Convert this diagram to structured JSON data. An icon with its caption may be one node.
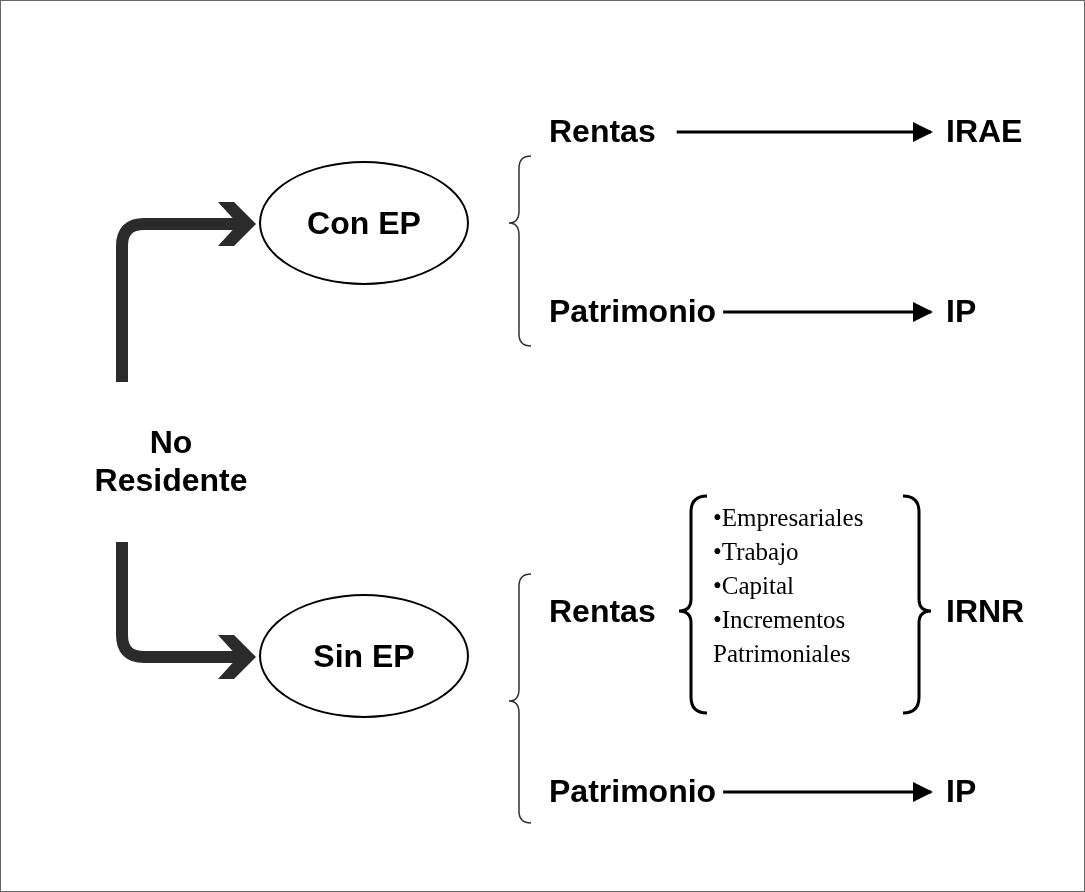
{
  "diagram": {
    "nodes": [
      {
        "text": [
          "No Residente"
        ]
      },
      {
        "text": [
          "Con EP"
        ]
      },
      {
        "text": [
          "Sin EP"
        ]
      },
      {
        "text": [
          "Rentas"
        ]
      },
      {
        "text": [
          "IRAE"
        ]
      },
      {
        "text": [
          "Patrimonio"
        ]
      },
      {
        "text": [
          "IP"
        ]
      },
      {
        "text": [
          "Rentas"
        ]
      },
      {
        "text": [
          "IRNR"
        ]
      },
      {
        "text": [
          "Patrimonio"
        ]
      },
      {
        "text": [
          "IP"
        ]
      }
    ],
    "edges": [
      {
        "from": 0,
        "to": 1,
        "arrow": "to",
        "style": "thick",
        "color": "#2b2b2b"
      },
      {
        "from": 0,
        "to": 2,
        "arrow": "to",
        "style": "thick",
        "color": "#2b2b2b"
      },
      {
        "from": 3,
        "to": 4,
        "arrow": "to"
      },
      {
        "from": 5,
        "to": 6,
        "arrow": "to"
      },
      {
        "from": 9,
        "to": 10,
        "arrow": "to"
      }
    ],
    "labels": [
      "•Empresariales",
      "•Trabajo",
      "•Capital",
      "•Incrementos Patrimoniales"
    ]
  }
}
